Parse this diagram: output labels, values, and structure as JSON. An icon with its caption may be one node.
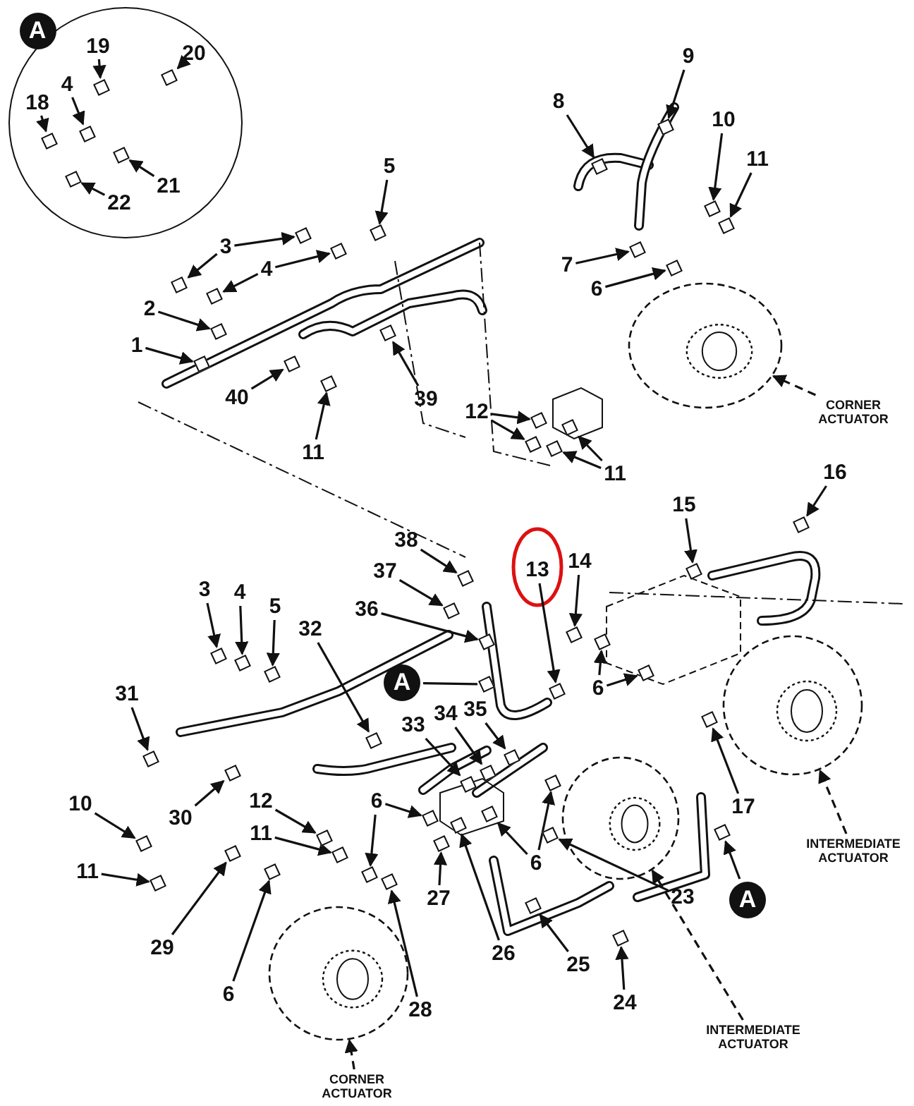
{
  "diagram": {
    "nodes": [
      {
        "text": [],
        "shape": "circle"
      },
      {
        "text": [
          "A"
        ],
        "in": 0
      },
      {
        "text": [
          "19"
        ],
        "in": 0
      },
      {
        "text": [
          "20"
        ],
        "in": 0
      },
      {
        "text": [
          "18"
        ],
        "in": 0
      },
      {
        "text": [
          "4"
        ],
        "in": 0
      },
      {
        "text": [
          "21"
        ],
        "in": 0
      },
      {
        "text": [
          "22"
        ],
        "in": 0
      },
      {
        "text": [
          "5"
        ]
      },
      {
        "text": [
          "3"
        ]
      },
      {
        "text": [
          "4"
        ]
      },
      {
        "text": [
          "2"
        ]
      },
      {
        "text": [
          "1"
        ]
      },
      {
        "text": [
          "40"
        ]
      },
      {
        "text": [
          "39"
        ]
      },
      {
        "text": [
          "11"
        ]
      },
      {
        "text": [
          "9"
        ]
      },
      {
        "text": [
          "8"
        ]
      },
      {
        "text": [
          "10"
        ]
      },
      {
        "text": [
          "11"
        ]
      },
      {
        "text": [
          "7"
        ]
      },
      {
        "text": [
          "6"
        ]
      },
      {
        "text": [
          "CORNER ACTUATOR"
        ]
      },
      {
        "text": [
          "12"
        ]
      },
      {
        "text": [
          "11"
        ]
      },
      {
        "text": [
          "16"
        ]
      },
      {
        "text": [
          "15"
        ]
      },
      {
        "text": [
          "38"
        ]
      },
      {
        "text": [
          "37"
        ]
      },
      {
        "text": [
          "36"
        ]
      },
      {
        "text": [
          "13"
        ]
      },
      {
        "text": [
          "14"
        ]
      },
      {
        "text": [
          "6"
        ]
      },
      {
        "text": [
          "3"
        ]
      },
      {
        "text": [
          "4"
        ]
      },
      {
        "text": [
          "5"
        ]
      },
      {
        "text": [
          "32"
        ]
      },
      {
        "text": [
          "A"
        ]
      },
      {
        "text": [
          "31"
        ]
      },
      {
        "text": [
          "33"
        ]
      },
      {
        "text": [
          "34"
        ]
      },
      {
        "text": [
          "35"
        ]
      },
      {
        "text": [
          "30"
        ]
      },
      {
        "text": [
          "10"
        ]
      },
      {
        "text": [
          "12"
        ]
      },
      {
        "text": [
          "11"
        ]
      },
      {
        "text": [
          "6"
        ]
      },
      {
        "text": [
          "11"
        ]
      },
      {
        "text": [
          "29"
        ]
      },
      {
        "text": [
          "6"
        ]
      },
      {
        "text": [
          "27"
        ]
      },
      {
        "text": [
          "28"
        ]
      },
      {
        "text": [
          "CORNER ACTUATOR"
        ]
      },
      {
        "text": [
          "26"
        ]
      },
      {
        "text": [
          "6"
        ]
      },
      {
        "text": [
          "23"
        ]
      },
      {
        "text": [
          "17"
        ]
      },
      {
        "text": [
          "25"
        ]
      },
      {
        "text": [
          "24"
        ]
      },
      {
        "text": [
          "INTERMEDIATE ACTUATOR"
        ]
      },
      {
        "text": [
          "A"
        ]
      },
      {
        "text": [
          "INTERMEDIATE ACTUATOR"
        ]
      },
      {
        "text": [],
        "shape": "box",
        "in": 0
      },
      {
        "text": [],
        "shape": "box",
        "in": 0
      },
      {
        "text": [],
        "shape": "box",
        "in": 0
      },
      {
        "text": [],
        "shape": "box",
        "in": 0
      },
      {
        "text": [],
        "shape": "box",
        "in": 0
      },
      {
        "text": [],
        "shape": "box",
        "in": 0
      },
      {
        "text": [],
        "shape": "box"
      },
      {
        "text": [],
        "shape": "box"
      },
      {
        "text": [],
        "shape": "box"
      },
      {
        "text": [],
        "shape": "box"
      },
      {
        "text": [],
        "shape": "box"
      },
      {
        "text": [],
        "shape": "box"
      },
      {
        "text": [],
        "shape": "box"
      },
      {
        "text": [],
        "shape": "box"
      },
      {
        "text": [],
        "shape": "box"
      },
      {
        "text": [],
        "shape": "box"
      },
      {
        "text": [],
        "shape": "box"
      },
      {
        "text": [],
        "shape": "box"
      },
      {
        "text": [],
        "shape": "box"
      },
      {
        "text": [],
        "shape": "box"
      },
      {
        "text": [],
        "shape": "box"
      },
      {
        "text": [],
        "shape": "box"
      },
      {
        "text": [],
        "shape": "box"
      },
      {
        "text": [],
        "shape": "box"
      },
      {
        "text": [],
        "shape": "box"
      },
      {
        "text": [],
        "shape": "box"
      },
      {
        "text": [],
        "shape": "box"
      },
      {
        "text": [],
        "shape": "box"
      },
      {
        "text": [],
        "shape": "box"
      },
      {
        "text": [],
        "shape": "box"
      },
      {
        "text": [],
        "shape": "box"
      },
      {
        "text": [],
        "shape": "box"
      },
      {
        "text": [],
        "shape": "box"
      },
      {
        "text": [],
        "shape": "box"
      },
      {
        "text": [],
        "shape": "box"
      },
      {
        "text": [],
        "shape": "box"
      },
      {
        "text": [],
        "shape": "box"
      },
      {
        "text": [],
        "shape": "box"
      },
      {
        "text": [],
        "shape": "box"
      },
      {
        "text": [],
        "shape": "box"
      },
      {
        "text": [],
        "shape": "box"
      },
      {
        "text": [],
        "shape": "box"
      },
      {
        "text": [],
        "shape": "box"
      },
      {
        "text": [],
        "shape": "box"
      },
      {
        "text": [],
        "shape": "box"
      },
      {
        "text": [],
        "shape": "box"
      },
      {
        "text": [],
        "shape": "box"
      },
      {
        "text": [],
        "shape": "box"
      },
      {
        "text": [],
        "shape": "box"
      },
      {
        "text": [],
        "shape": "box"
      },
      {
        "text": [],
        "shape": "box"
      },
      {
        "text": [],
        "shape": "box"
      },
      {
        "text": [],
        "shape": "box"
      },
      {
        "text": [],
        "shape": "box"
      },
      {
        "text": [],
        "shape": "box"
      },
      {
        "text": [],
        "shape": "box"
      },
      {
        "text": [],
        "shape": "box"
      },
      {
        "text": [],
        "shape": "box"
      },
      {
        "text": [],
        "shape": "box"
      },
      {
        "text": [],
        "shape": "box"
      },
      {
        "text": [],
        "shape": "box"
      },
      {
        "text": [],
        "shape": "box"
      },
      {
        "text": [],
        "shape": "box"
      },
      {
        "text": [],
        "shape": "picture"
      },
      {
        "text": [],
        "shape": "picture"
      },
      {
        "text": [],
        "shape": "picture"
      },
      {
        "text": [],
        "shape": "picture"
      }
    ],
    "edges": [
      {
        "from": 2,
        "to": 62,
        "arrow": "to"
      },
      {
        "from": 3,
        "to": 63,
        "arrow": "to"
      },
      {
        "from": 4,
        "to": 64,
        "arrow": "to"
      },
      {
        "from": 5,
        "to": 65,
        "arrow": "to"
      },
      {
        "from": 6,
        "to": 66,
        "arrow": "to"
      },
      {
        "from": 7,
        "to": 67,
        "arrow": "to"
      },
      {
        "from": 8,
        "to": 68,
        "arrow": "to"
      },
      {
        "from": 9,
        "to": 69,
        "arrow": "to"
      },
      {
        "from": 9,
        "to": 70,
        "arrow": "to"
      },
      {
        "from": 10,
        "to": 71,
        "arrow": "to"
      },
      {
        "from": 10,
        "to": 72,
        "arrow": "to"
      },
      {
        "from": 11,
        "to": 73,
        "arrow": "to"
      },
      {
        "from": 12,
        "to": 74,
        "arrow": "to"
      },
      {
        "from": 13,
        "to": 75,
        "arrow": "to"
      },
      {
        "from": 14,
        "to": 76,
        "arrow": "to"
      },
      {
        "from": 15,
        "to": 77,
        "arrow": "to"
      },
      {
        "from": 16,
        "to": 78,
        "arrow": "to"
      },
      {
        "from": 17,
        "to": 79,
        "arrow": "to"
      },
      {
        "from": 18,
        "to": 80,
        "arrow": "to"
      },
      {
        "from": 19,
        "to": 81,
        "arrow": "to"
      },
      {
        "from": 20,
        "to": 82,
        "arrow": "to"
      },
      {
        "from": 21,
        "to": 83,
        "arrow": "to"
      },
      {
        "from": 22,
        "to": 125,
        "arrow": "to",
        "style": "dashed"
      },
      {
        "from": 23,
        "to": 84,
        "arrow": "to"
      },
      {
        "from": 23,
        "to": 85,
        "arrow": "to"
      },
      {
        "from": 24,
        "to": 86,
        "arrow": "to"
      },
      {
        "from": 24,
        "to": 87,
        "arrow": "to"
      },
      {
        "from": 25,
        "to": 88,
        "arrow": "to"
      },
      {
        "from": 26,
        "to": 89,
        "arrow": "to"
      },
      {
        "from": 27,
        "to": 90,
        "arrow": "to"
      },
      {
        "from": 28,
        "to": 91,
        "arrow": "to"
      },
      {
        "from": 29,
        "to": 92,
        "arrow": "to"
      },
      {
        "from": 30,
        "to": 93,
        "arrow": "to"
      },
      {
        "from": 31,
        "to": 94,
        "arrow": "to"
      },
      {
        "from": 32,
        "to": 95,
        "arrow": "to"
      },
      {
        "from": 32,
        "to": 96,
        "arrow": "to"
      },
      {
        "from": 33,
        "to": 97,
        "arrow": "to"
      },
      {
        "from": 34,
        "to": 98,
        "arrow": "to"
      },
      {
        "from": 35,
        "to": 99,
        "arrow": "to"
      },
      {
        "from": 36,
        "to": 100,
        "arrow": "to"
      },
      {
        "from": 37,
        "to": 101,
        "arrow": "none"
      },
      {
        "from": 38,
        "to": 102,
        "arrow": "to"
      },
      {
        "from": 39,
        "to": 103,
        "arrow": "to"
      },
      {
        "from": 40,
        "to": 104,
        "arrow": "to"
      },
      {
        "from": 41,
        "to": 105,
        "arrow": "to"
      },
      {
        "from": 42,
        "to": 106,
        "arrow": "to"
      },
      {
        "from": 43,
        "to": 107,
        "arrow": "to"
      },
      {
        "from": 44,
        "to": 108,
        "arrow": "to"
      },
      {
        "from": 45,
        "to": 109,
        "arrow": "to"
      },
      {
        "from": 46,
        "to": 110,
        "arrow": "to"
      },
      {
        "from": 46,
        "to": 111,
        "arrow": "to"
      },
      {
        "from": 47,
        "to": 112,
        "arrow": "to"
      },
      {
        "from": 48,
        "to": 113,
        "arrow": "to"
      },
      {
        "from": 49,
        "to": 114,
        "arrow": "to"
      },
      {
        "from": 50,
        "to": 115,
        "arrow": "to"
      },
      {
        "from": 51,
        "to": 116,
        "arrow": "to"
      },
      {
        "from": 52,
        "to": 128,
        "arrow": "to",
        "style": "dashed"
      },
      {
        "from": 53,
        "to": 117,
        "arrow": "to"
      },
      {
        "from": 54,
        "to": 118,
        "arrow": "to"
      },
      {
        "from": 54,
        "to": 119,
        "arrow": "to"
      },
      {
        "from": 55,
        "to": 120,
        "arrow": "to"
      },
      {
        "from": 56,
        "to": 121,
        "arrow": "to"
      },
      {
        "from": 57,
        "to": 122,
        "arrow": "to"
      },
      {
        "from": 58,
        "to": 123,
        "arrow": "to"
      },
      {
        "from": 59,
        "to": 127,
        "arrow": "to",
        "style": "dashed"
      },
      {
        "from": 60,
        "to": 124,
        "arrow": "to"
      },
      {
        "from": 61,
        "to": 126,
        "arrow": "to",
        "style": "dashed"
      }
    ]
  }
}
